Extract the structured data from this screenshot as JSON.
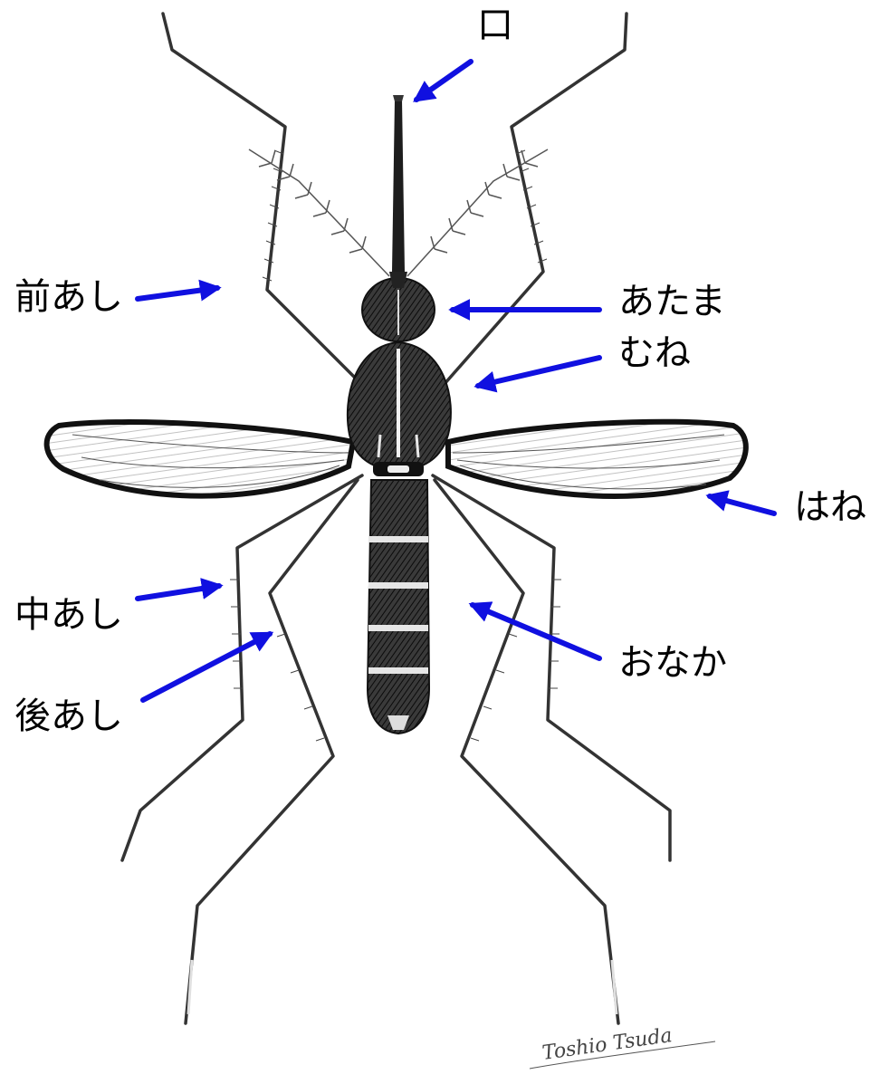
{
  "labels": {
    "mouth": "口",
    "foreleg": "前あし",
    "head": "あたま",
    "thorax": "むね",
    "wing": "はね",
    "midleg": "中あし",
    "abdomen": "おなか",
    "hindleg": "後あし"
  },
  "signature": "Toshio Tsuda",
  "colors": {
    "arrow": "#1010e0",
    "body": "#2b2b2b",
    "outline": "#111111",
    "pale_band": "#e6e6e6"
  }
}
